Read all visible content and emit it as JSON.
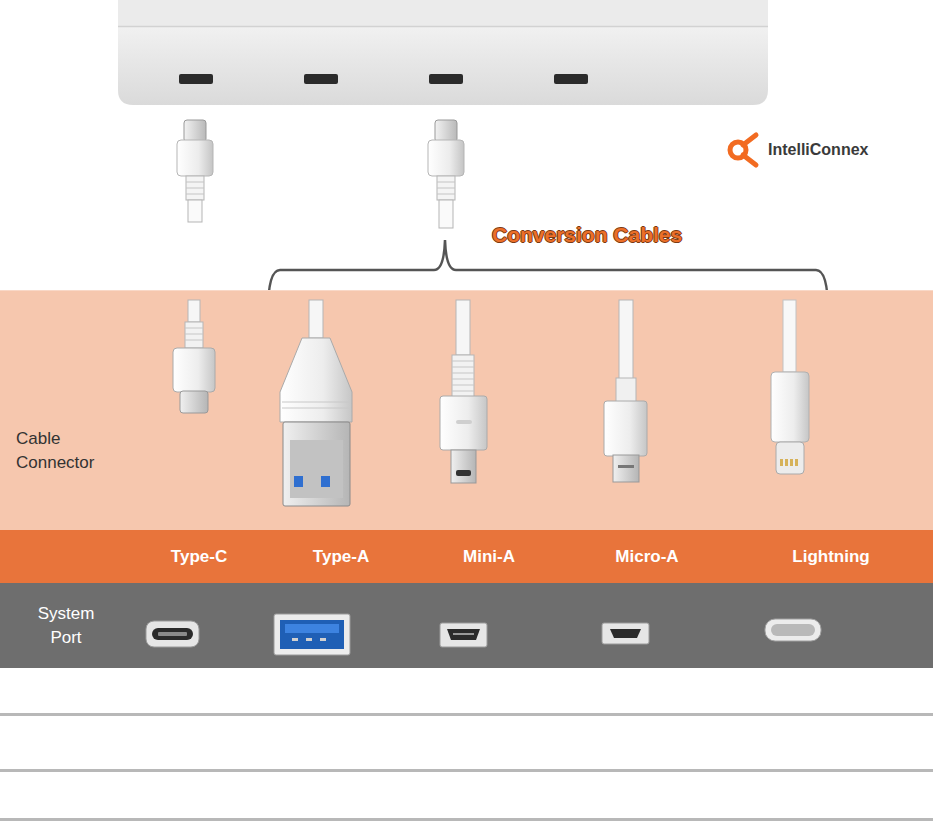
{
  "diagram": {
    "nodes": [
      {
        "text": [
          "Cable Connector"
        ]
      },
      {
        "text": [
          "Type-C",
          "Type-A",
          "Mini-A",
          "Micro-A",
          "Lightning"
        ]
      },
      {
        "text": [
          "System Port"
        ]
      },
      {
        "text": [
          "IntelliConnex"
        ]
      }
    ],
    "labels": [
      "Conversion Cables"
    ]
  }
}
